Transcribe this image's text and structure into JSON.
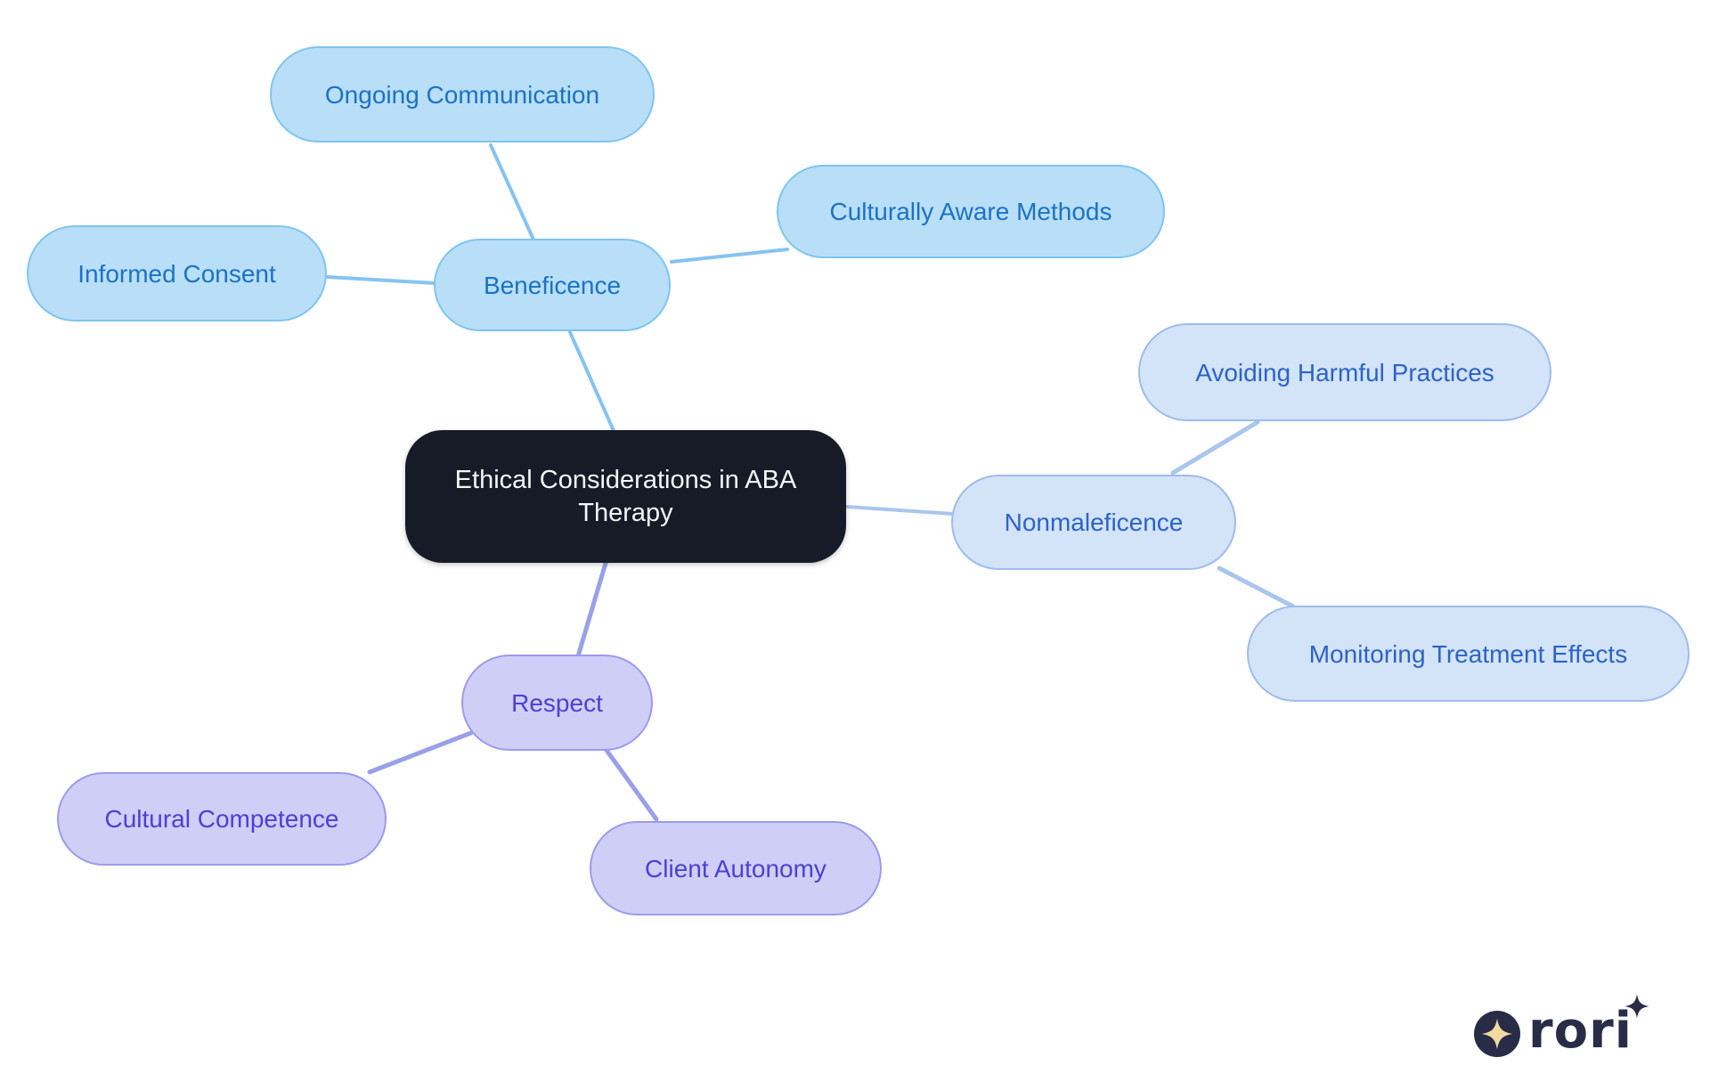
{
  "diagram": {
    "type": "mindmap",
    "background": "#ffffff",
    "center": {
      "label": "Ethical Considerations in ABA Therapy",
      "fill": "#161b27",
      "text_color": "#f4f6f8"
    },
    "branches": [
      {
        "label": "Beneficence",
        "fill": "#b9def8",
        "border": "#7fc5f1",
        "text_color": "#1a73c4",
        "line_color": "#86c3f0",
        "children": [
          {
            "label": "Ongoing Communication"
          },
          {
            "label": "Informed Consent"
          },
          {
            "label": "Culturally Aware Methods"
          }
        ]
      },
      {
        "label": "Nonmaleficence",
        "fill": "#d3e3f8",
        "border": "#9fbcec",
        "text_color": "#2b63c8",
        "line_color": "#aac6ee",
        "children": [
          {
            "label": "Avoiding Harmful Practices"
          },
          {
            "label": "Monitoring Treatment Effects"
          }
        ]
      },
      {
        "label": "Respect",
        "fill": "#cfcef7",
        "border": "#9c9bec",
        "text_color": "#4c40d4",
        "line_color": "#9aa0e8",
        "children": [
          {
            "label": "Cultural Competence"
          },
          {
            "label": "Client Autonomy"
          }
        ]
      }
    ]
  },
  "logo": {
    "text": "rori",
    "mark_color": "#282c46",
    "star_color": "#f3d9a2"
  }
}
